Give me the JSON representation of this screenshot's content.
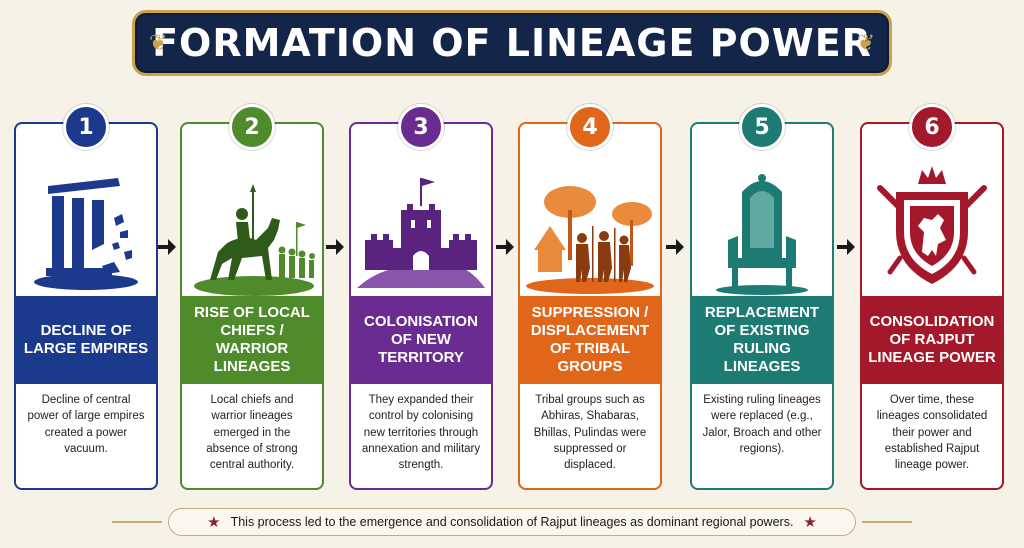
{
  "title": "FORMATION OF LINEAGE POWER",
  "steps": [
    {
      "number": "1",
      "heading": "DECLINE OF LARGE EMPIRES",
      "text": "Decline of central power of large empires created a power vacuum.",
      "color": "#1c3a8c",
      "icon": "broken-pillars-icon"
    },
    {
      "number": "2",
      "heading": "RISE OF LOCAL CHIEFS / WARRIOR LINEAGES",
      "text": "Local chiefs and warrior lineages emerged in the absence of strong central authority.",
      "color": "#4f8a2b",
      "icon": "horse-rider-icon"
    },
    {
      "number": "3",
      "heading": "COLONISATION OF NEW TERRITORY",
      "text": "They expanded their control by colonising new territories through annexation and military strength.",
      "color": "#6a2c91",
      "icon": "castle-icon"
    },
    {
      "number": "4",
      "heading": "SUPPRESSION / DISPLACEMENT OF TRIBAL GROUPS",
      "text": "Tribal groups such as Abhiras, Shabaras, Bhillas, Pulindas were suppressed or displaced.",
      "color": "#e0661a",
      "icon": "tribal-people-icon"
    },
    {
      "number": "5",
      "heading": "REPLACEMENT OF EXISTING RULING LINEAGES",
      "text": "Existing ruling lineages were replaced (e.g., Jalor, Broach and other regions).",
      "color": "#1e7b73",
      "icon": "throne-icon"
    },
    {
      "number": "6",
      "heading": "CONSOLIDATION OF RAJPUT LINEAGE POWER",
      "text": "Over time, these lineages consolidated their power and established Rajput lineage power.",
      "color": "#a3182a",
      "icon": "crest-shield-icon"
    }
  ],
  "footer": {
    "text": "This process led to the emergence and consolidation of Rajput lineages as dominant regional powers."
  }
}
